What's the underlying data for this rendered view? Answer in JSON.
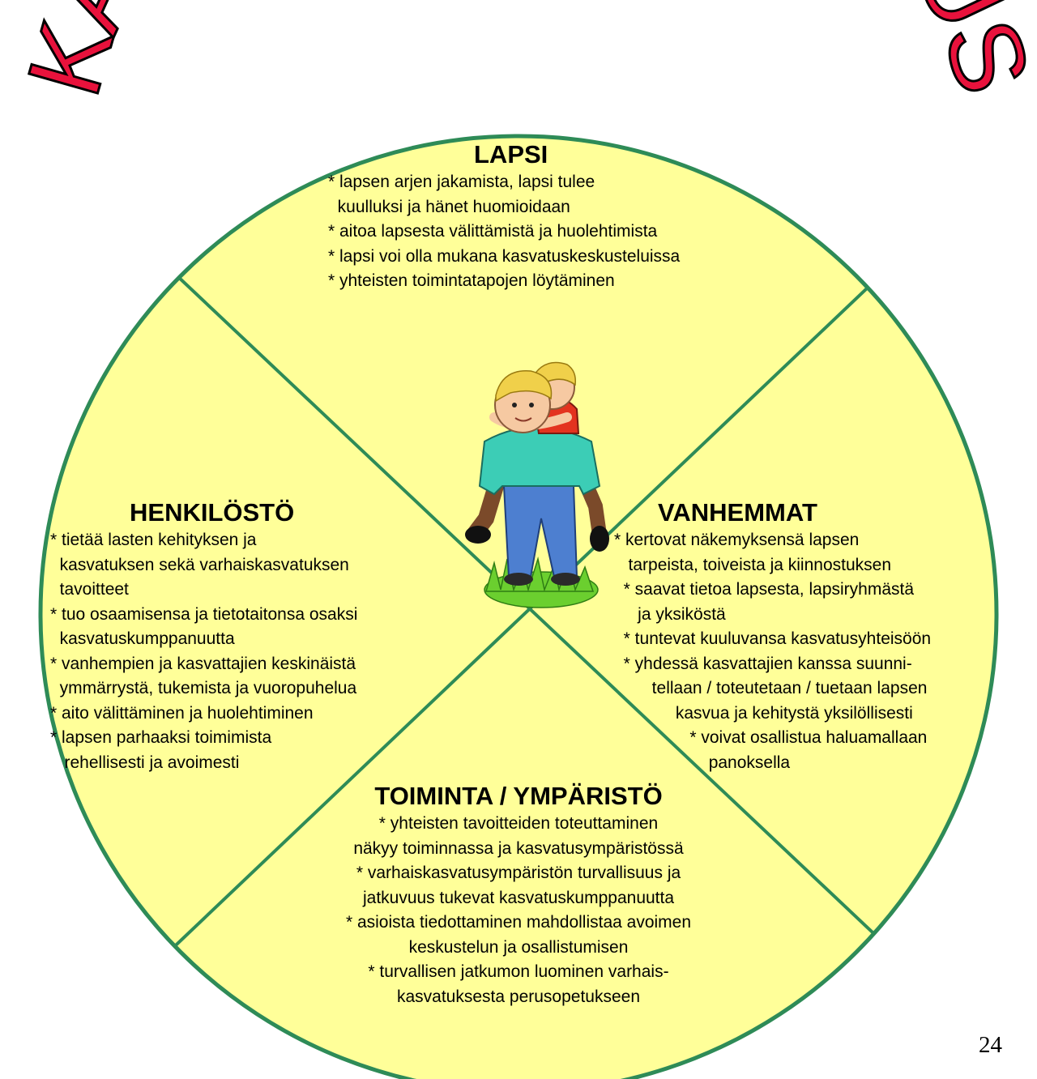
{
  "title": "KASVATUSKUMPPANUUS",
  "page_number": "24",
  "colors": {
    "circle_fill": "#ffff99",
    "circle_stroke": "#2e8b57",
    "title_fill": "#e8123c",
    "title_stroke": "#000000"
  },
  "center_image": "child-carrying-child-illustration",
  "quadrants": {
    "lapsi": {
      "heading": "LAPSI",
      "lines": [
        "* lapsen arjen jakamista, lapsi tulee",
        "  kuulluksi ja hänet huomioidaan",
        "* aitoa lapsesta välittämistä ja huolehtimista",
        "* lapsi voi olla mukana kasvatuskeskusteluissa",
        "* yhteisten toimintatapojen löytäminen"
      ]
    },
    "henkilosto": {
      "heading": "HENKILÖSTÖ",
      "lines": [
        "* tietää lasten kehityksen ja",
        "  kasvatuksen sekä varhaiskasvatuksen",
        "  tavoitteet",
        "* tuo osaamisensa ja tietotaitonsa osaksi",
        "  kasvatuskumppanuutta",
        "* vanhempien ja kasvattajien keskinäistä",
        "  ymmärrystä, tukemista ja vuoropuhelua",
        "* aito välittäminen ja huolehtiminen",
        "* lapsen parhaaksi toimimista",
        "   rehellisesti ja avoimesti"
      ]
    },
    "vanhemmat": {
      "heading": "VANHEMMAT",
      "lines": [
        "* kertovat näkemyksensä lapsen",
        "   tarpeista, toiveista ja kiinnostuksen",
        "  * saavat tietoa lapsesta, lapsiryhmästä",
        "     ja yksiköstä",
        "  * tuntevat kuuluvansa kasvatusyhteisöön",
        "  * yhdessä kasvattajien kanssa suunni-",
        "        tellaan / toteutetaan / tuetaan lapsen",
        "             kasvua ja kehitystä yksilöllisesti",
        "                * voivat osallistua haluamallaan",
        "                    panoksella"
      ]
    },
    "toiminta": {
      "heading": "TOIMINTA / YMPÄRISTÖ",
      "lines": [
        "* yhteisten tavoitteiden toteuttaminen",
        "näkyy toiminnassa ja kasvatusympäristössä",
        "* varhaiskasvatusympäristön turvallisuus ja",
        "jatkuvuus tukevat kasvatuskumppanuutta",
        "* asioista tiedottaminen mahdollistaa avoimen",
        "keskustelun ja osallistumisen",
        "* turvallisen jatkumon luominen varhais-",
        "kasvatuksesta perusopetukseen"
      ]
    }
  }
}
